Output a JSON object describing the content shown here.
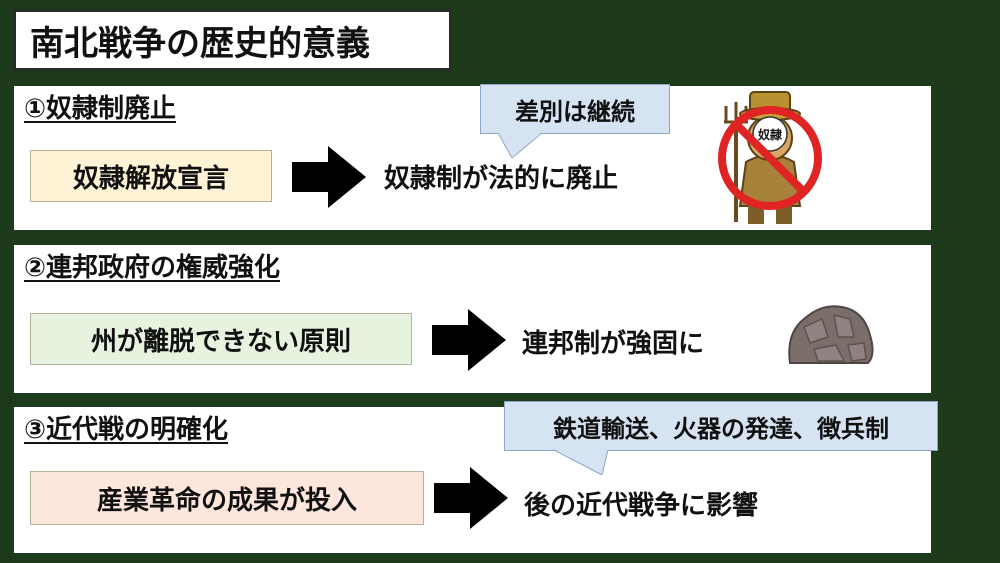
{
  "title": "南北戦争の歴史的意義",
  "sections": [
    {
      "heading": "①奴隷制廃止",
      "cause": "奴隷解放宣言",
      "effect": "奴隷制が法的に廃止",
      "callout": "差別は継続",
      "figure_label": "奴隷",
      "cause_color": "#fff3d6"
    },
    {
      "heading": "②連邦政府の権威強化",
      "cause": "州が離脱できない原則",
      "effect": "連邦制が強固に",
      "cause_color": "#e6f3df"
    },
    {
      "heading": "③近代戦の明確化",
      "cause": "産業革命の成果が投入",
      "effect": "後の近代戦争に影響",
      "callout": "鉄道輸送、火器の発達、徴兵制",
      "cause_color": "#fde7dc"
    }
  ],
  "colors": {
    "background": "#1d3a1a",
    "callout": "#d6e3f3",
    "prohibition": "#e02424"
  }
}
